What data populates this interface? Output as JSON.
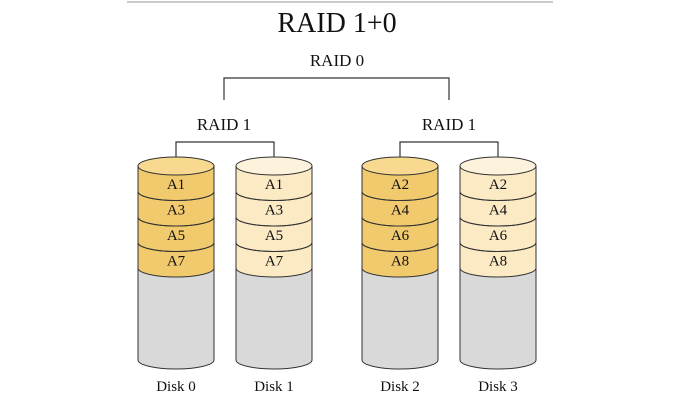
{
  "diagram": {
    "title": "RAID 1+0",
    "top_label": "RAID 0",
    "mirror_labels": [
      "RAID 1",
      "RAID 1"
    ],
    "disks": [
      {
        "label": "Disk 0",
        "blocks": [
          "A1",
          "A3",
          "A5",
          "A7"
        ],
        "tone": "dark"
      },
      {
        "label": "Disk 1",
        "blocks": [
          "A1",
          "A3",
          "A5",
          "A7"
        ],
        "tone": "light"
      },
      {
        "label": "Disk 2",
        "blocks": [
          "A2",
          "A4",
          "A6",
          "A8"
        ],
        "tone": "dark"
      },
      {
        "label": "Disk 3",
        "blocks": [
          "A2",
          "A4",
          "A6",
          "A8"
        ],
        "tone": "light"
      }
    ],
    "colors": {
      "dark_block": "#f2ca6e",
      "dark_top": "#f7da8f",
      "light_block": "#fbeac4",
      "light_top": "#fdf3dc",
      "empty": "#d9d9d9",
      "stroke": "#333333"
    }
  }
}
